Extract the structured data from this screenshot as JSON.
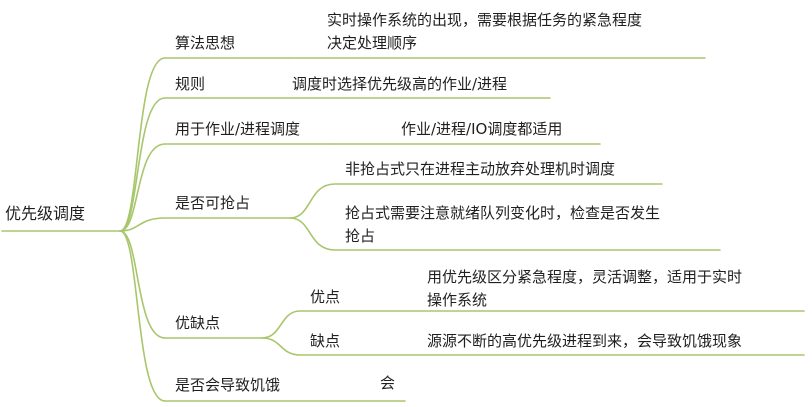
{
  "colors": {
    "branch": "#a8c66c",
    "text": "#1f1f1f",
    "background": "#ffffff"
  },
  "root": {
    "label": "优先级调度"
  },
  "branches": {
    "algorithm_idea": {
      "label": "算法思想",
      "detail_line1": "实时操作系统的出现，需要根据任务的紧急程度",
      "detail_line2": "决定处理顺序"
    },
    "rule": {
      "label": "规则",
      "detail": "调度时选择优先级高的作业/进程"
    },
    "applies_to": {
      "label": "用于作业/进程调度",
      "detail": "作业/进程/IO调度都适用"
    },
    "preemptive": {
      "label": "是否可抢占",
      "non_preemptive": "非抢占式只在进程主动放弃处理机时调度",
      "preemptive_line1": "抢占式需要注意就绪队列变化时，检查是否发生",
      "preemptive_line2": "抢占"
    },
    "pros_cons": {
      "label": "优缺点",
      "pros_label": "优点",
      "pros_line1": "用优先级区分紧急程度，灵活调整，适用于实时",
      "pros_line2": "操作系统",
      "cons_label": "缺点",
      "cons_detail": "源源不断的高优先级进程到来，会导致饥饿现象"
    },
    "starvation": {
      "label": "是否会导致饥饿",
      "detail": "会"
    }
  }
}
